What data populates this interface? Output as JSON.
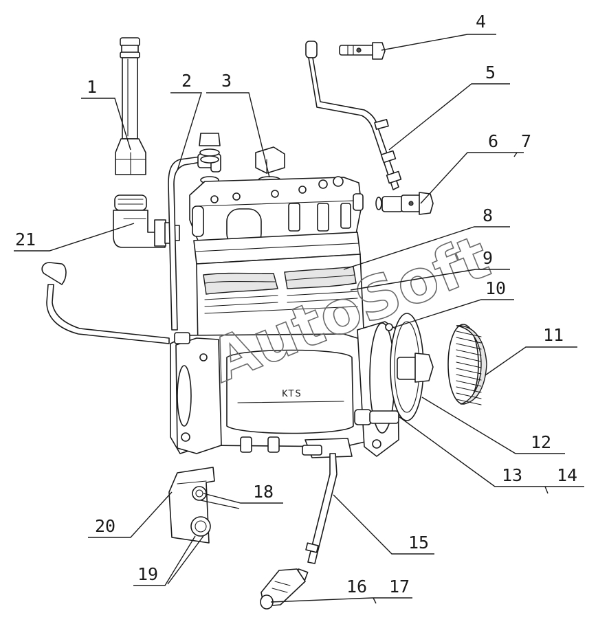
{
  "watermark": "AutoSoft",
  "body_marking": "KTS",
  "callouts": [
    {
      "id": "c1",
      "label": "1"
    },
    {
      "id": "c2",
      "label": "2"
    },
    {
      "id": "c3",
      "label": "3"
    },
    {
      "id": "c4",
      "label": "4"
    },
    {
      "id": "c5",
      "label": "5"
    },
    {
      "id": "c6",
      "label": "6"
    },
    {
      "id": "c7",
      "label": "7"
    },
    {
      "id": "c8",
      "label": "8"
    },
    {
      "id": "c9",
      "label": "9"
    },
    {
      "id": "c10",
      "label": "10"
    },
    {
      "id": "c11",
      "label": "11"
    },
    {
      "id": "c12",
      "label": "12"
    },
    {
      "id": "c13",
      "label": "13"
    },
    {
      "id": "c14",
      "label": "14"
    },
    {
      "id": "c15",
      "label": "15"
    },
    {
      "id": "c16",
      "label": "16"
    },
    {
      "id": "c17",
      "label": "17"
    },
    {
      "id": "c18",
      "label": "18"
    },
    {
      "id": "c19",
      "label": "19"
    },
    {
      "id": "c20",
      "label": "20"
    },
    {
      "id": "c21",
      "label": "21"
    }
  ]
}
